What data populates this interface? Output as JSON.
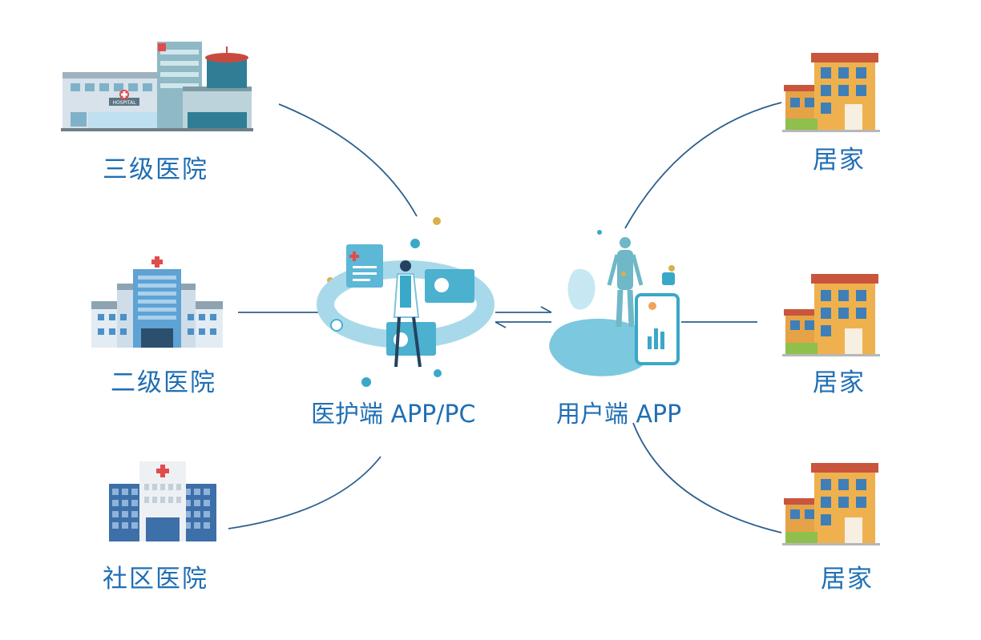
{
  "left_nodes": [
    {
      "label": "三级医院",
      "icon": "tertiary-hospital-icon"
    },
    {
      "label": "二级医院",
      "icon": "secondary-hospital-icon"
    },
    {
      "label": "社区医院",
      "icon": "community-hospital-icon"
    }
  ],
  "right_nodes": [
    {
      "label": "居家",
      "icon": "home-icon"
    },
    {
      "label": "居家",
      "icon": "home-icon"
    },
    {
      "label": "居家",
      "icon": "home-icon"
    }
  ],
  "center_left": {
    "label": "医护端 APP/PC",
    "icon": "medical-staff-app-icon"
  },
  "center_right": {
    "label": "用户端 APP",
    "icon": "user-app-icon"
  },
  "hospital_sign": "HOSPITAL",
  "colors": {
    "text": "#1f6fb5",
    "line": "#2c5f8f",
    "teal": "#3aa8c8",
    "gold": "#d9b04a"
  }
}
